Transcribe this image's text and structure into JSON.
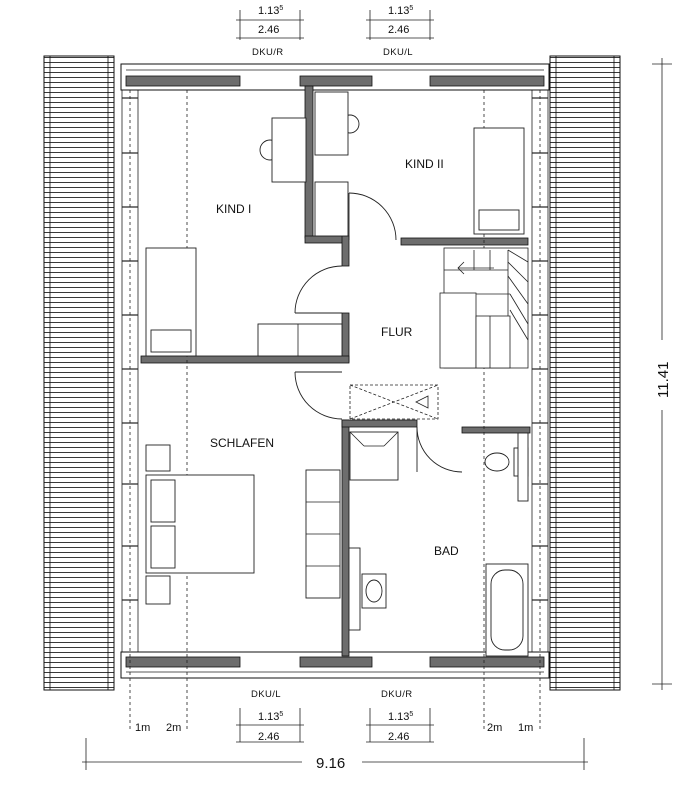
{
  "rooms": {
    "kind1": "KIND I",
    "kind2": "KIND II",
    "flur": "FLUR",
    "schlafen": "SCHLAFEN",
    "bad": "BAD"
  },
  "windows": {
    "top_left": {
      "label": "DKU/R",
      "width": "1.13",
      "width_sup": "5",
      "opening": "2.46"
    },
    "top_right": {
      "label": "DKU/L",
      "width": "1.13",
      "width_sup": "5",
      "opening": "2.46"
    },
    "bot_left": {
      "label": "DKU/L",
      "width": "1.13",
      "width_sup": "5",
      "opening": "2.46"
    },
    "bot_right": {
      "label": "DKU/R",
      "width": "1.13",
      "width_sup": "5",
      "opening": "2.46"
    }
  },
  "height_lines": {
    "left_1": "1m",
    "left_2": "2m",
    "right_2": "2m",
    "right_1": "1m"
  },
  "overall": {
    "width": "9.16",
    "depth": "11.41"
  }
}
